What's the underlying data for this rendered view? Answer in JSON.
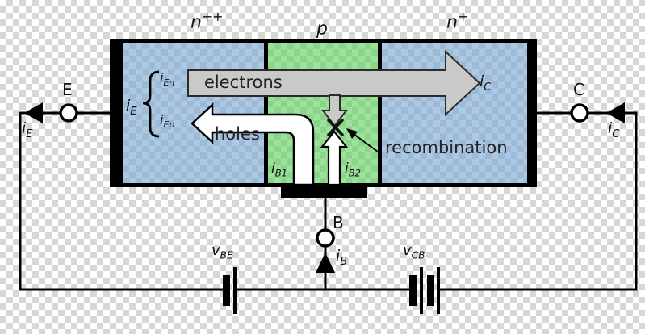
{
  "regions": {
    "emitter": {
      "base": "n",
      "sup": "++"
    },
    "base": {
      "base": "p",
      "sup": ""
    },
    "collector": {
      "base": "n",
      "sup": "+"
    }
  },
  "flows": {
    "electrons_label": "electrons",
    "holes_label": "holes",
    "recombination_label": "recombination",
    "collector_current": {
      "base": "i",
      "sub": "C"
    },
    "base_current_1": {
      "base": "i",
      "sub": "B1"
    },
    "base_current_2": {
      "base": "i",
      "sub": "B2"
    },
    "emitter_current_group": {
      "base": "i",
      "sub": "E"
    },
    "emitter_electron_part": {
      "base": "i",
      "sub": "En"
    },
    "emitter_hole_part": {
      "base": "i",
      "sub": "Ep"
    }
  },
  "terminals": {
    "emitter": {
      "label": "E",
      "current": {
        "base": "i",
        "sub": "E"
      }
    },
    "collector": {
      "label": "C",
      "current": {
        "base": "i",
        "sub": "C"
      }
    },
    "base": {
      "label": "B",
      "current": {
        "base": "i",
        "sub": "B"
      }
    }
  },
  "sources": {
    "vbe": {
      "base": "v",
      "sub": "BE"
    },
    "vcb": {
      "base": "v",
      "sub": "CB"
    }
  },
  "colors": {
    "emitter_region": "#adc8e3",
    "base_region": "#9ce19c",
    "collector_region": "#adc8e3",
    "electron_arrow": "#c9c9c9",
    "hole_arrow": "#ffffff",
    "outline": "#000000"
  }
}
